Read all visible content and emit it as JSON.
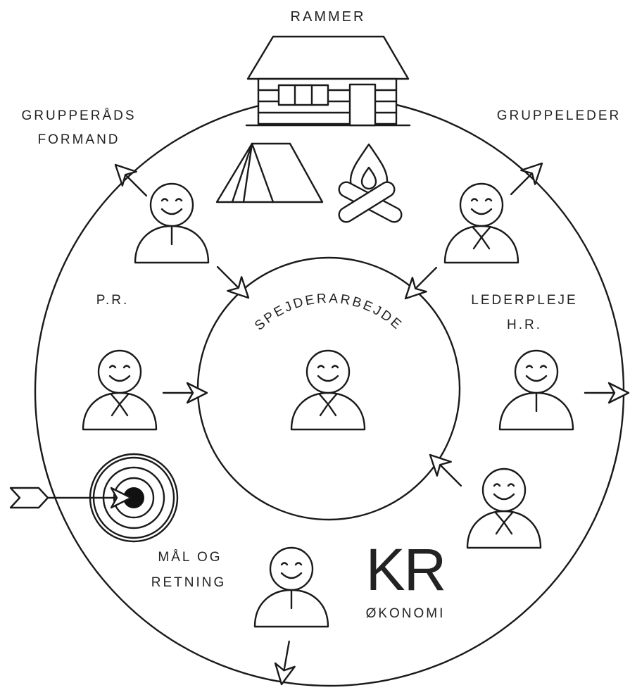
{
  "labels": {
    "top": "RAMMER",
    "top_left_1": "GRUPPERÅDS",
    "top_left_2": "FORMAND",
    "top_right": "GRUPPELEDER",
    "left": "P.R.",
    "right_1": "LEDERPLEJE",
    "right_2": "H.R.",
    "bottom_left_1": "MÅL OG",
    "bottom_left_2": "RETNING",
    "kr": "KR",
    "economy": "ØKONOMI",
    "center_arc": "SPEJDERARBEJDE"
  },
  "icons": [
    "house-icon",
    "tent-icon",
    "campfire-icon",
    "target-icon",
    "person-icon",
    "scout-person-icon",
    "arrow-icon"
  ]
}
